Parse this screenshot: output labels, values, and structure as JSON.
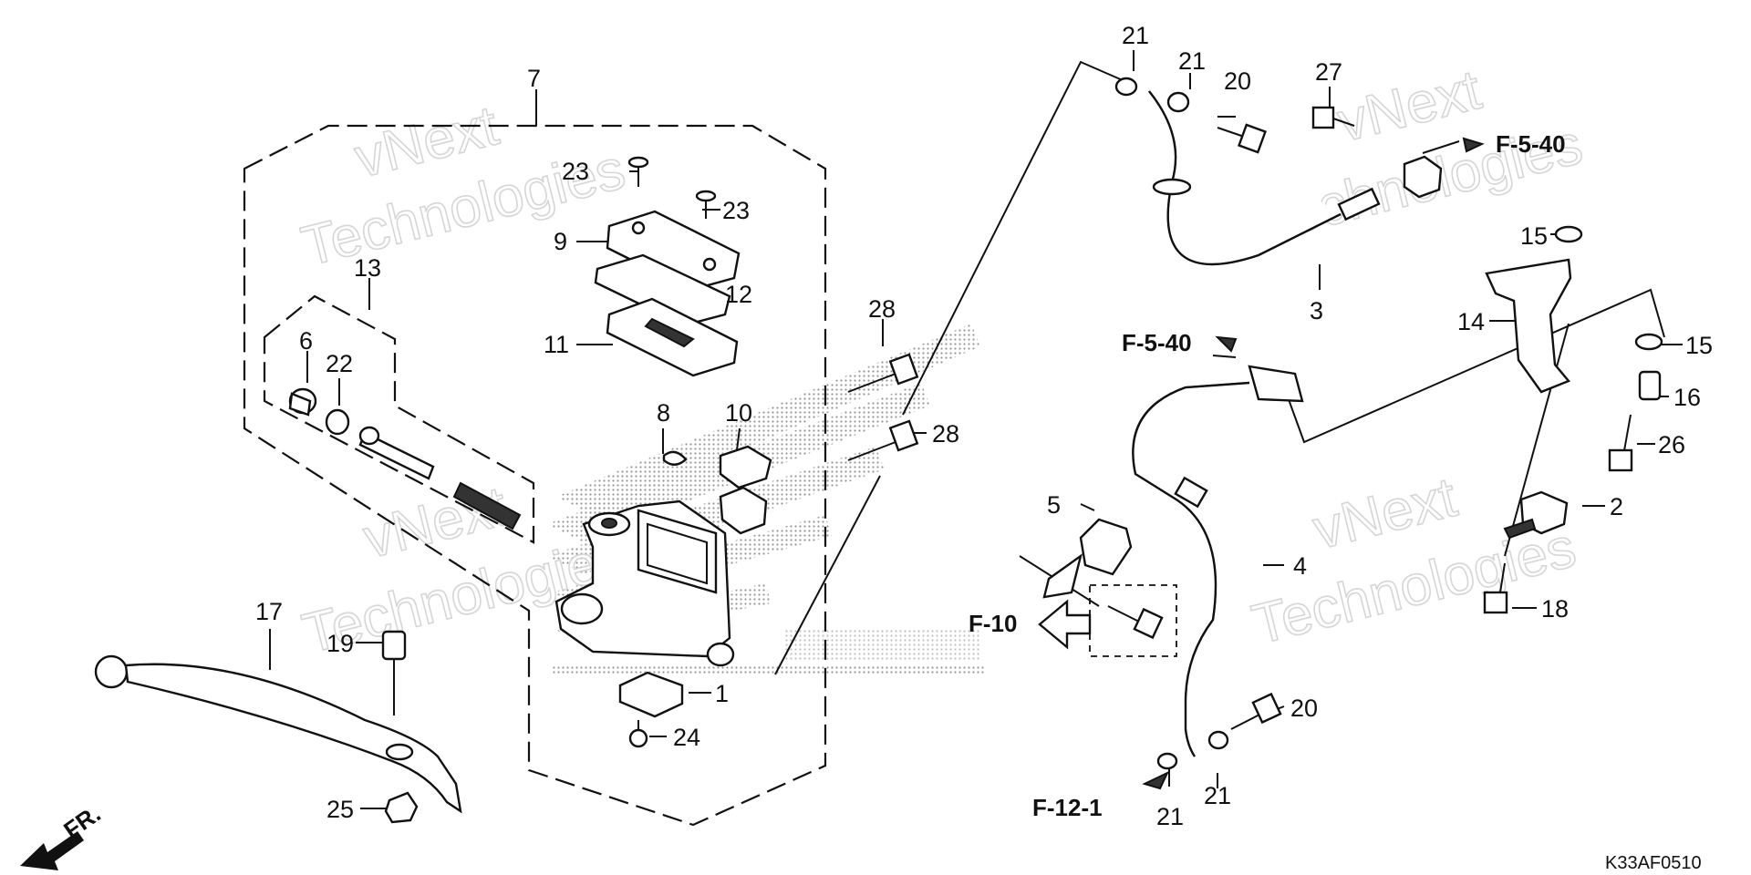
{
  "callouts": {
    "c1": "1",
    "c2": "2",
    "c3": "3",
    "c4": "4",
    "c5": "5",
    "c6": "6",
    "c7": "7",
    "c8": "8",
    "c9": "9",
    "c10": "10",
    "c11": "11",
    "c12": "12",
    "c13": "13",
    "c14": "14",
    "c15a": "15",
    "c15b": "15",
    "c16": "16",
    "c17": "17",
    "c18": "18",
    "c19": "19",
    "c20a": "20",
    "c20b": "20",
    "c21a": "21",
    "c21b": "21",
    "c21c": "21",
    "c21d": "21",
    "c22": "22",
    "c23a": "23",
    "c23b": "23",
    "c24": "24",
    "c25": "25",
    "c26": "26",
    "c27": "27",
    "c28a": "28",
    "c28b": "28"
  },
  "references": {
    "f540_top": "F-5-40",
    "f540_mid": "F-5-40",
    "f10": "F-10",
    "f121": "F-12-1"
  },
  "front_indicator": "FR.",
  "diagram_code": "K33AF0510",
  "watermarks": {
    "w1a": "vNext",
    "w1b": "Technologies",
    "w2a": "vNext",
    "w2b": "Technologies",
    "w3a": "vNext",
    "w3b": "Technologies",
    "w4a": "vNext",
    "w4b": "Technologies"
  },
  "colors": {
    "line": "#111111",
    "background": "#ffffff",
    "watermark": "#cfcfcf"
  }
}
